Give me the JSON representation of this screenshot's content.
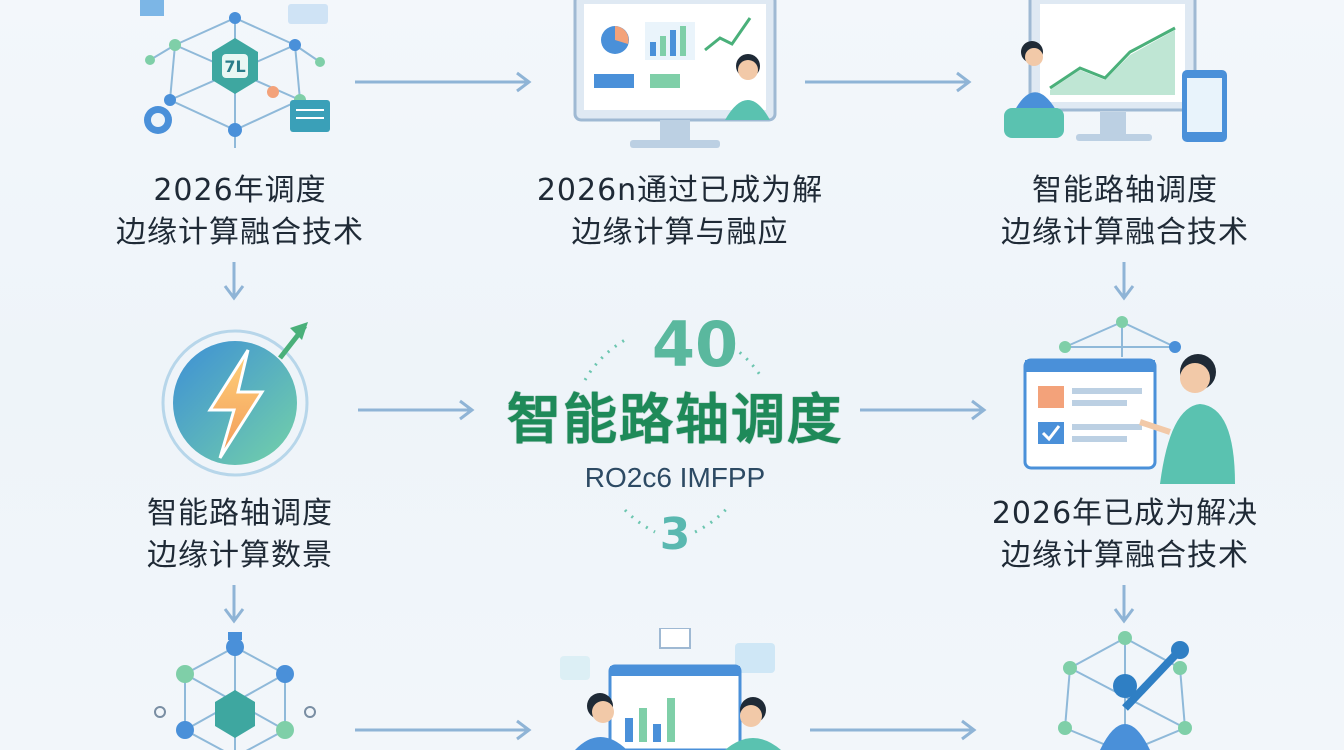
{
  "nodes": {
    "top_left": {
      "line1": "2026年调度",
      "line2": "边缘计算融合技术"
    },
    "top_mid": {
      "line1": "2026n通过已成为解",
      "line2": "边缘计算与融应"
    },
    "top_right": {
      "line1": "智能路轴调度",
      "line2": "边缘计算融合技术"
    },
    "mid_left": {
      "line1": "智能路轴调度",
      "line2": "边缘计算数景"
    },
    "mid_right": {
      "line1": "2026年已成为解决",
      "line2": "边缘计算融合技术"
    }
  },
  "center": {
    "number_top": "40",
    "title": "智能路轴调度",
    "subtitle": "RO2c6 IMFPP",
    "number_bottom": "3"
  },
  "icons": {
    "top_left": "network-hub-icon",
    "top_mid": "dashboard-presenter-icon",
    "top_right": "monitor-growth-icon",
    "mid_left": "lightning-energy-icon",
    "mid_right": "report-presenter-icon",
    "bottom_left": "cube-network-icon",
    "bottom_mid": "team-dashboard-icon",
    "bottom_right": "network-person-icon"
  },
  "colors": {
    "arrow": "#8fb4d6",
    "center_title": "#1e8a59",
    "accent_green": "#5ab89e",
    "accent_blue": "#4a90d9"
  }
}
